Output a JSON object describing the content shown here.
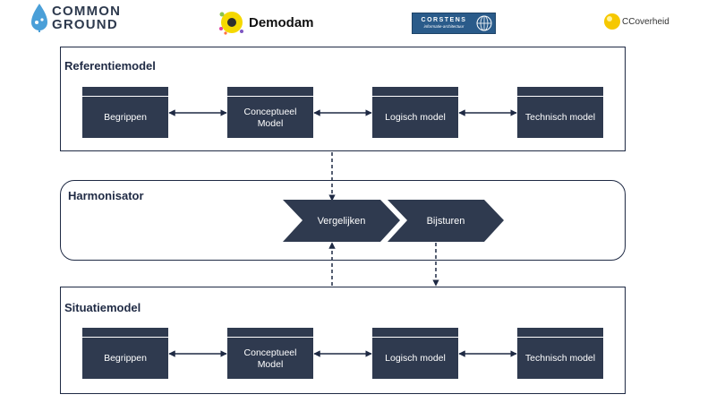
{
  "logos": {
    "common_ground": {
      "line1": "COMMON",
      "line2": "GROUND"
    },
    "demodam": {
      "name": "Demodam"
    },
    "corstens": {
      "name": "CORSTENS",
      "tagline": "informatie-architectuur"
    },
    "ccoverheid": {
      "name": "CCoverheid"
    }
  },
  "referentiemodel": {
    "title": "Referentiemodel",
    "blocks": [
      "Begrippen",
      "Conceptueel Model",
      "Logisch model",
      "Technisch model"
    ]
  },
  "harmonisator": {
    "title": "Harmonisator",
    "steps": [
      "Vergelijken",
      "Bijsturen"
    ]
  },
  "situatiemodel": {
    "title": "Situatiemodel",
    "blocks": [
      "Begrippen",
      "Conceptueel Model",
      "Logisch model",
      "Technisch model"
    ]
  },
  "colors": {
    "block_fill": "#2f3a4f",
    "panel_border": "#1f2a44",
    "connector": "#1f2a44",
    "common_ground_drop": "#4a9fd8",
    "demodam_yellow": "#f5d800",
    "corstens_blue": "#2a5b8a",
    "ccoverheid_yellow": "#f6c800"
  }
}
